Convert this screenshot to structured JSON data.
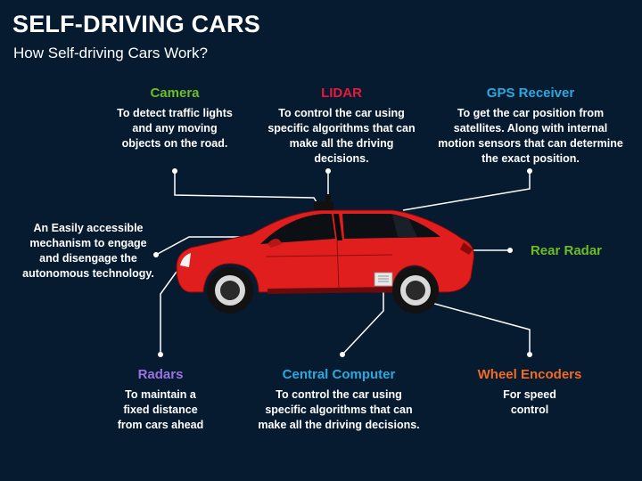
{
  "header": {
    "title": "SELF-DRIVING CARS",
    "subtitle": "How Self-driving Cars Work?"
  },
  "components": {
    "camera": {
      "title": "Camera",
      "color": "#6dbd26",
      "desc": [
        "To detect traffic lights",
        "and any moving",
        "objects on the road."
      ]
    },
    "lidar": {
      "title": "LIDAR",
      "color": "#e8193d",
      "desc": [
        "To control the car using",
        "specific algorithms that can",
        "make all the driving",
        "decisions."
      ]
    },
    "gps": {
      "title": "GPS Receiver",
      "color": "#2aa9e0",
      "desc": [
        "To get the car position from",
        "satellites. Along with internal",
        "motion sensors that can determine",
        "the exact position."
      ]
    },
    "rear_radar": {
      "title": "Rear Radar",
      "color": "#6dbd26"
    },
    "radars": {
      "title": "Radars",
      "color": "#9b72e0",
      "desc": [
        "To maintain a",
        "fixed distance",
        "from cars ahead"
      ]
    },
    "central_computer": {
      "title": "Central Computer",
      "color": "#2aa9e0",
      "desc": [
        "To control the car using",
        "specific algorithms that can",
        "make all the driving decisions."
      ]
    },
    "wheel_encoders": {
      "title": "Wheel Encoders",
      "color": "#f26b22",
      "desc": [
        "For speed",
        "control"
      ]
    }
  },
  "mechanism_note": [
    "An Easily accessible",
    "mechanism to engage",
    "and disengage the",
    "autonomous technology."
  ],
  "car_color": "#e01e1e"
}
